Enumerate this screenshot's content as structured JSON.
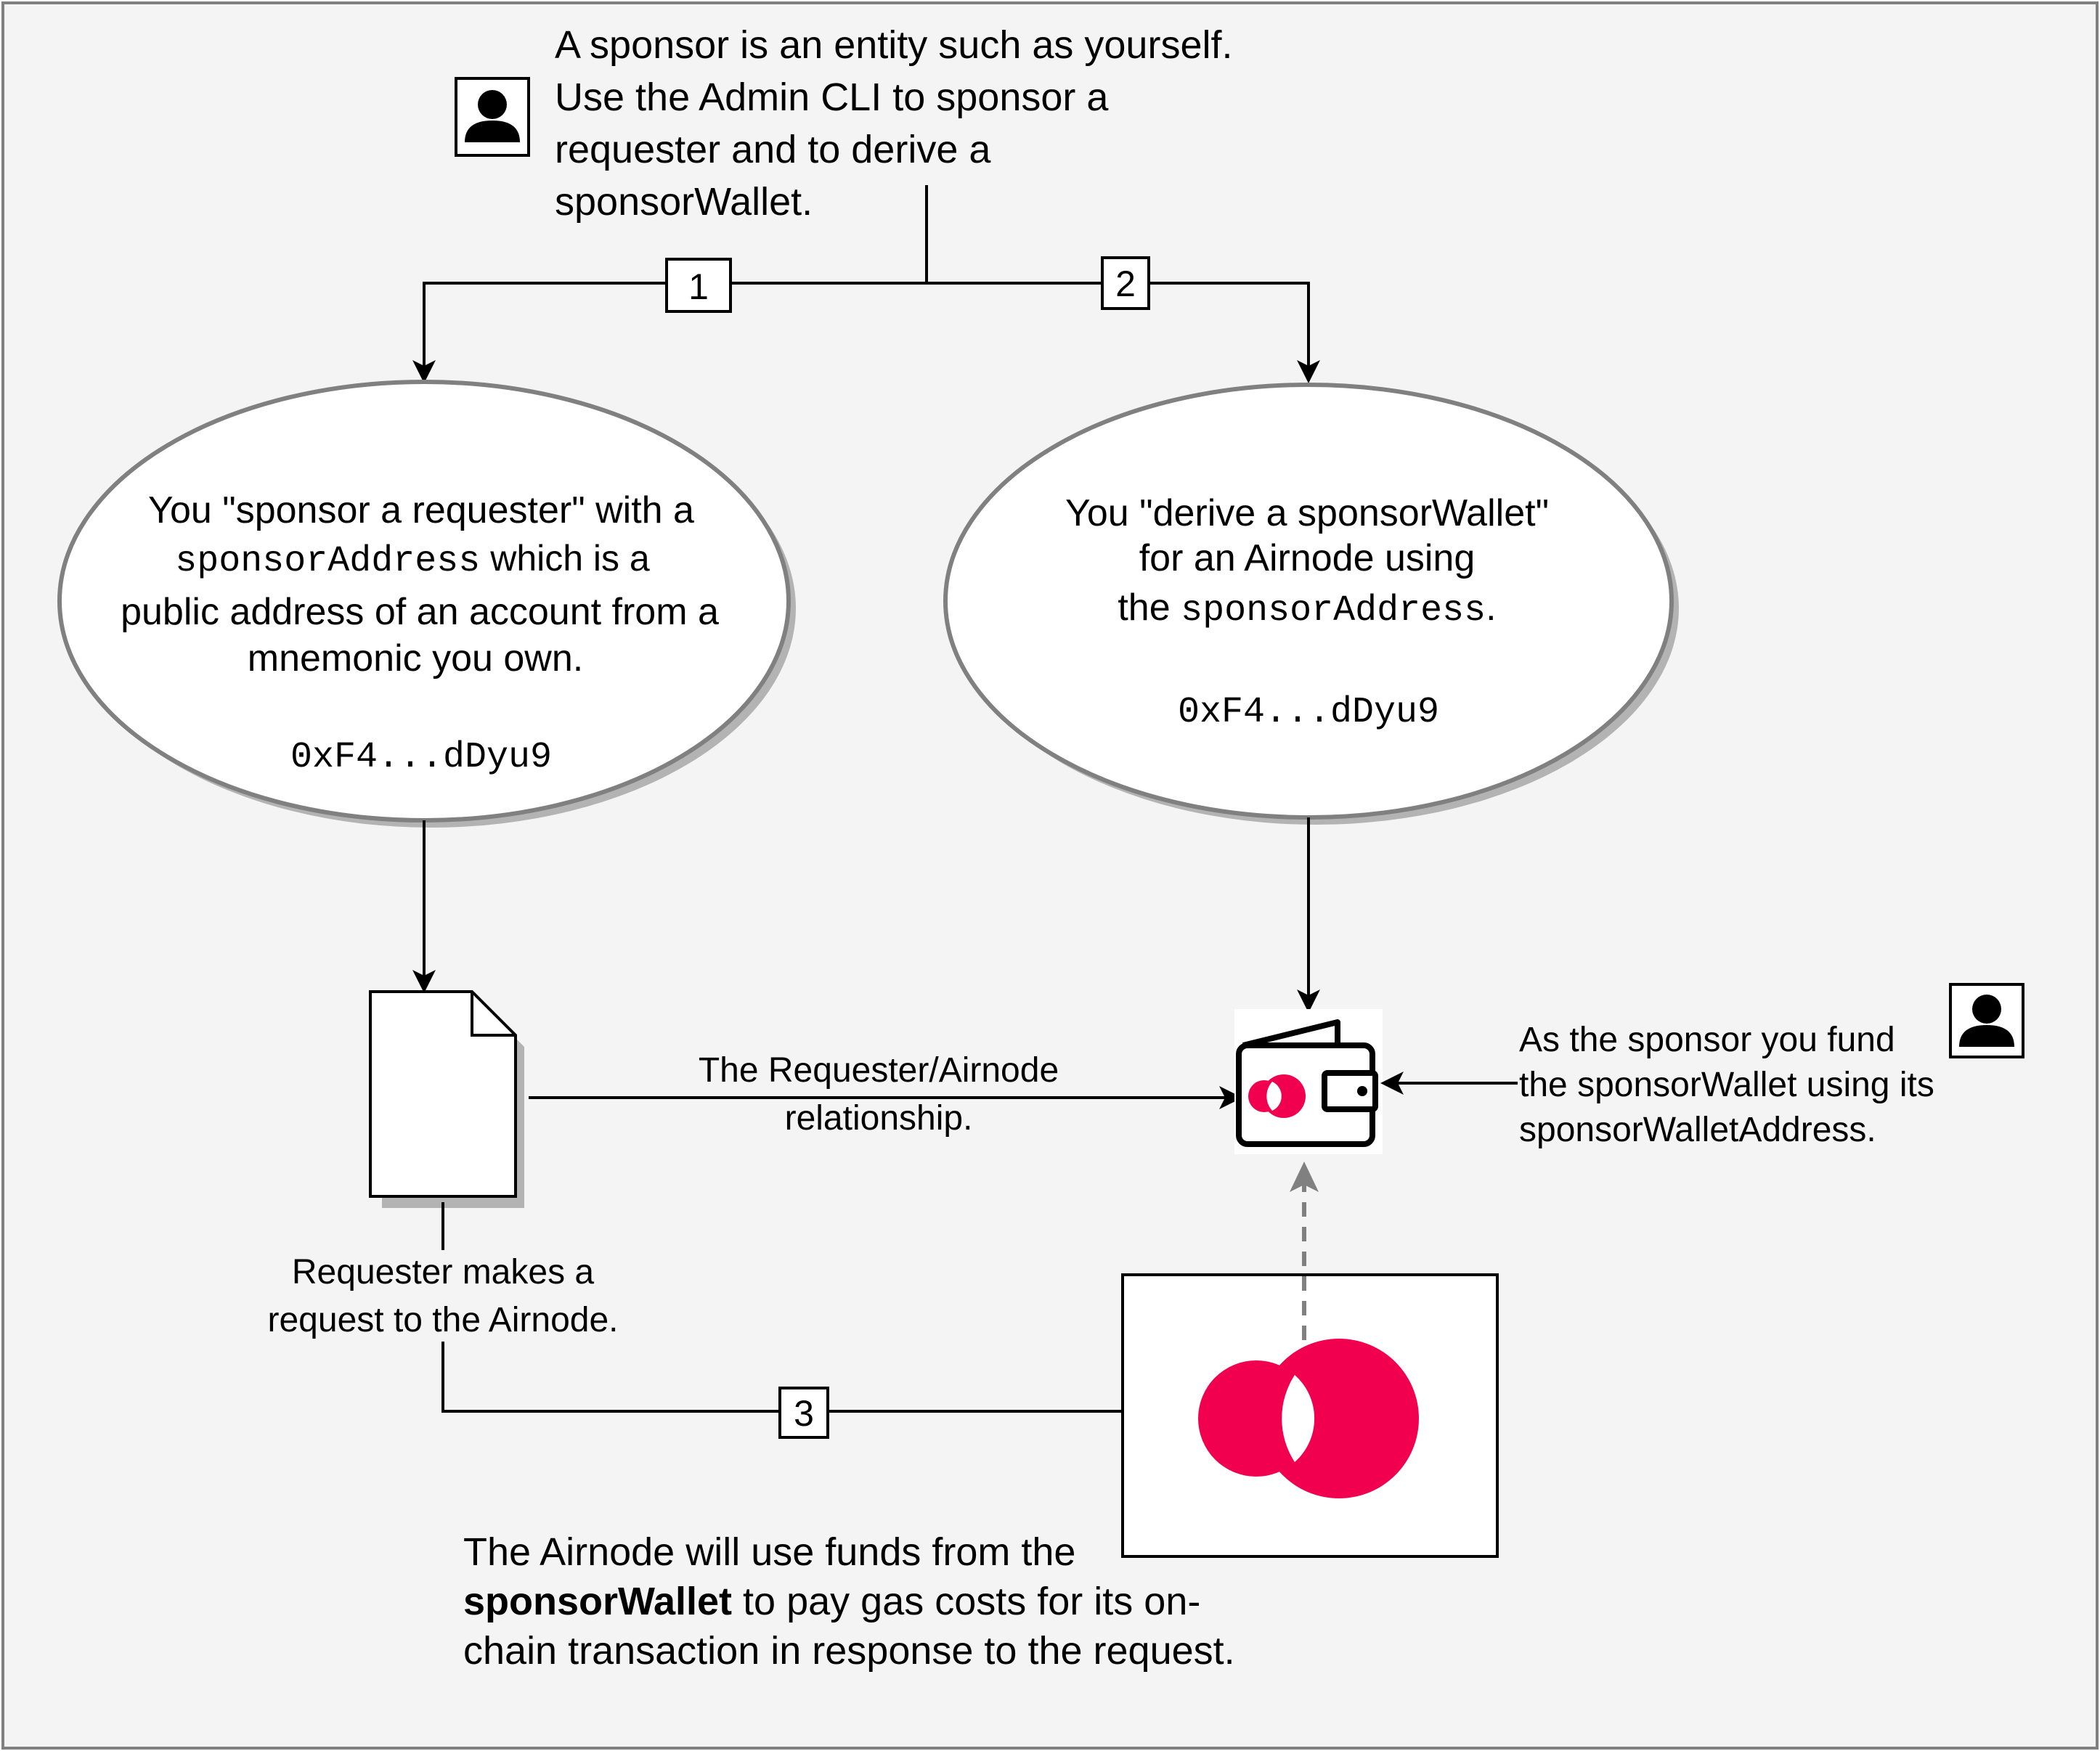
{
  "diagram": {
    "sponsor_note": {
      "lines": [
        "A sponsor is an entity such as yourself.",
        "Use the Admin CLI to sponsor a",
        "requester and to derive a",
        "sponsorWallet."
      ]
    },
    "steps": {
      "one": "1",
      "two": "2",
      "three": "3"
    },
    "left_node": {
      "line1": "You \"sponsor a requester\" with a",
      "line2_code": "sponsorAddress",
      "line2_text": " which is a",
      "line3": "public address of an account from a",
      "line4": "mnemonic you own.",
      "address": "0xF4...dDyu9"
    },
    "right_node": {
      "line1": "You \"derive a sponsorWallet\"",
      "line2": "for an Airnode using",
      "line3_text": "the ",
      "line3_code": "sponsorAddress",
      "line3_end": ".",
      "address": "0xF4...dDyu9"
    },
    "relationship_label": {
      "line1": "The Requester/Airnode",
      "line2": "relationship."
    },
    "fund_note": {
      "line1": "As the sponsor you fund",
      "line2": "the sponsorWallet using its",
      "line3": "sponsorWalletAddress."
    },
    "request_label": {
      "line1": "Requester makes a",
      "line2": "request to the Airnode."
    },
    "airnode_note": {
      "line1": "The Airnode will use funds from the",
      "line2_bold": "sponsorWallet",
      "line2_text": " to pay gas costs for its on-",
      "line3": "chain transaction in response to the request."
    },
    "colors": {
      "canvas": "#f4f4f4",
      "border": "#808080",
      "api3_red": "#f0004f",
      "arrow": "#000000",
      "dashed_arrow": "#808080",
      "shadow": "#b3b3b3"
    },
    "icons": {
      "sponsor_top": "user-icon",
      "sponsor_right": "user-icon",
      "requester": "document-icon",
      "wallet": "wallet-icon",
      "airnode": "airnode-logo"
    }
  }
}
